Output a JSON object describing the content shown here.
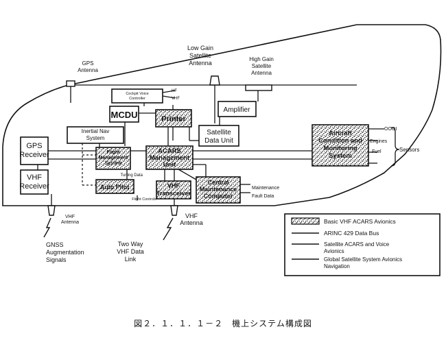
{
  "antennas": {
    "gps": [
      "GPS",
      "Antenna"
    ],
    "low_gain": [
      "Low Gain",
      "Satellite",
      "Antenna"
    ],
    "high_gain": [
      "High Gain",
      "Satellite",
      "Antenna"
    ],
    "vhf_left": [
      "VHF",
      "Antenna"
    ],
    "vhf_bottom": [
      "VHF",
      "Antenna"
    ]
  },
  "boxes": {
    "cockpit_voice": [
      "Cockpit Voice",
      "Controller"
    ],
    "mcdu": [
      "MCDU"
    ],
    "printer": [
      "Printer"
    ],
    "amplifier": [
      "Amplifier"
    ],
    "satellite_data_unit": [
      "Satellite",
      "Data Unit"
    ],
    "inertial_nav": [
      "Inertial Nav",
      "System"
    ],
    "fms": [
      "Flight",
      "Management",
      "System"
    ],
    "acars_mu": [
      "ACARS",
      "Management",
      "Unit"
    ],
    "gps_receiver": [
      "GPS",
      "Receiver"
    ],
    "vhf_receiver": [
      "VHF",
      "Receiver"
    ],
    "auto_pilot": [
      "Auto Pilot"
    ],
    "vhf_transceiver": [
      "VHF",
      "Transceiver"
    ],
    "cmc": [
      "Central",
      "Maintenance",
      "Computer"
    ],
    "acms": [
      "Aircraft",
      "Condition and",
      "Monitoring",
      "System"
    ]
  },
  "small_labels": {
    "hf": "HF",
    "vhf": "VHF",
    "ooo": "OOOI",
    "engines": "Engines",
    "fuel": "Fuel",
    "sensors": "Sensors",
    "tuning_data": "Tuning Data",
    "flight_controls": "Flight Controls",
    "maintenance": "Maintenance",
    "fault_data": "Fault Data"
  },
  "external_labels": {
    "gnss": [
      "GNSS",
      "Augmentation",
      "Signals"
    ],
    "two_way": [
      "Two Way",
      "VHF Data",
      "Link"
    ]
  },
  "legend": {
    "items": [
      [
        "Basic VHF ACARS  Avionics"
      ],
      [
        "ARINC 429 Data Bus"
      ],
      [
        "Satellite ACARS and Voice",
        "Avionics"
      ],
      [
        "Global  Satellite System Avionics",
        "Navigation"
      ]
    ]
  },
  "caption": "図２．１．１．１－２　機上システム構成図"
}
